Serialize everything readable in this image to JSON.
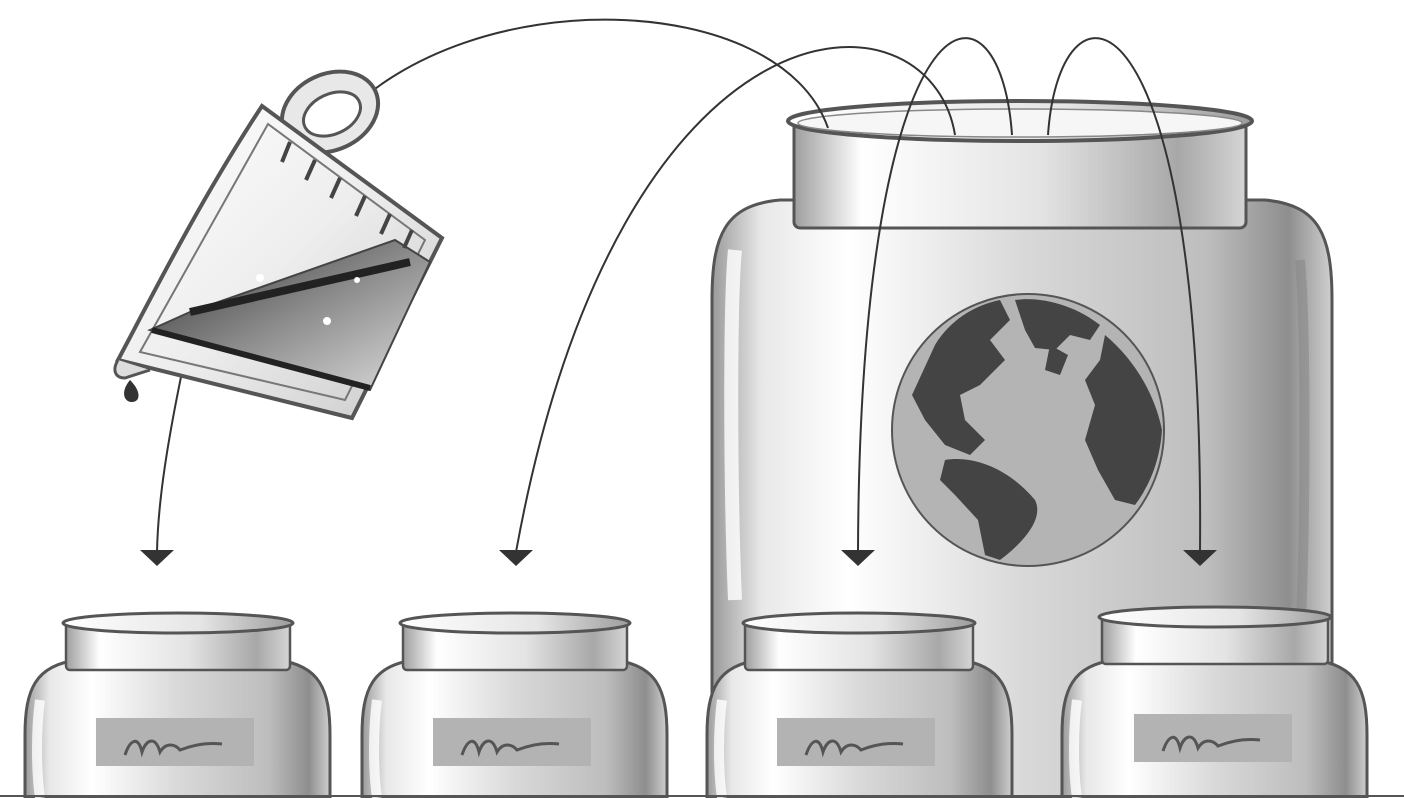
{
  "scene": {
    "pitcher": {
      "icon": "measuring-pitcher-icon",
      "state": "pouring"
    },
    "big_jar": {
      "icon": "large-glass-jar-icon",
      "contents_icon": "globe-icon"
    },
    "small_jars": [
      {
        "icon": "small-glass-jar-icon",
        "label_icon": "scribble-label-icon"
      },
      {
        "icon": "small-glass-jar-icon",
        "label_icon": "scribble-label-icon"
      },
      {
        "icon": "small-glass-jar-icon",
        "label_icon": "scribble-label-icon"
      },
      {
        "icon": "small-glass-jar-icon",
        "label_icon": "scribble-label-icon"
      }
    ],
    "flows": [
      {
        "from": "pitcher",
        "to": "big_jar"
      },
      {
        "from": "pitcher",
        "to": "small_jar_1"
      },
      {
        "from": "big_jar",
        "to": "small_jar_2"
      },
      {
        "from": "big_jar",
        "to": "small_jar_3"
      },
      {
        "from": "big_jar",
        "to": "small_jar_4"
      }
    ],
    "colors": {
      "outline": "#555555",
      "glass_light": "#f4f4f4",
      "glass_mid": "#bdbdbd",
      "glass_dark": "#8a8a8a",
      "land": "#444444",
      "ocean": "#b4b4b4",
      "label": "#b3b3b3"
    }
  }
}
